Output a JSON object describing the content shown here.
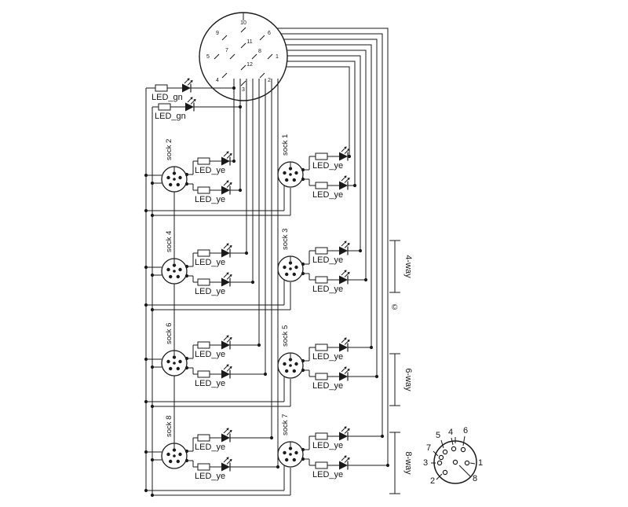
{
  "led_green": [
    "LED_gn",
    "LED_gn"
  ],
  "left_sockets": [
    {
      "name": "sock 2",
      "led_a": "LED_ye",
      "led_b": "LED_ye"
    },
    {
      "name": "sock 4",
      "led_a": "LED_ye",
      "led_b": "LED_ye"
    },
    {
      "name": "sock 6",
      "led_a": "LED_ye",
      "led_b": "LED_ye"
    },
    {
      "name": "sock 8",
      "led_a": "LED_ye",
      "led_b": "LED_ye"
    }
  ],
  "right_sockets": [
    {
      "name": "sock 1",
      "led_a": "LED_ye",
      "led_b": "LED_ye"
    },
    {
      "name": "sock 3",
      "led_a": "LED_ye",
      "led_b": "LED_ye"
    },
    {
      "name": "sock 5",
      "led_a": "LED_ye",
      "led_b": "LED_ye"
    },
    {
      "name": "sock 7",
      "led_a": "LED_ye",
      "led_b": "LED_ye"
    }
  ],
  "variants": [
    {
      "label": "4-way"
    },
    {
      "label": "6-way"
    },
    {
      "label": "8-way"
    }
  ],
  "copyright_mark": "©",
  "main_connector": {
    "pins": [
      "1",
      "2",
      "3",
      "4",
      "5",
      "6",
      "7",
      "8",
      "9",
      "10",
      "11",
      "12"
    ]
  },
  "pinout": {
    "pins": [
      "1",
      "2",
      "3",
      "4",
      "5",
      "6",
      "7",
      "8"
    ]
  }
}
